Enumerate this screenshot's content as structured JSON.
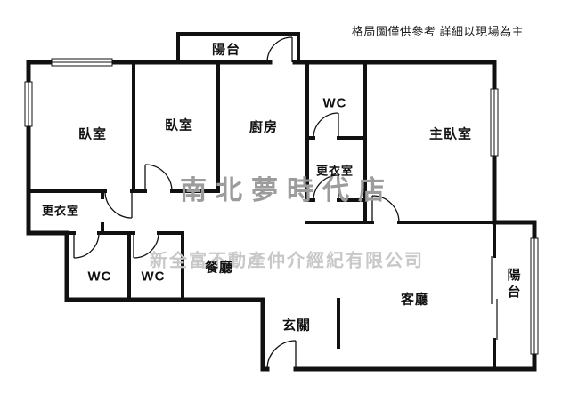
{
  "disclaimer": "格局圖僅供參考 詳細以現場為主",
  "watermark": {
    "line1": "南北夢時代店",
    "line2": "新全富不動產仲介經紀有限公司"
  },
  "rooms": {
    "balcony_top": "陽台",
    "bedroom_left": "臥室",
    "bedroom_mid": "臥室",
    "kitchen": "廚房",
    "wc_top": "WC",
    "master_bedroom": "主臥室",
    "closet_right": "更衣室",
    "closet_left": "更衣室",
    "wc_left": "WC",
    "wc_mid": "WC",
    "dining": "餐廳",
    "entry": "玄關",
    "living": "客廳",
    "balcony_right": "陽台"
  },
  "colors": {
    "wall": "#111111",
    "label": "#111111",
    "wm1": "#9c9c9c",
    "wm2": "#c8c8c8"
  }
}
